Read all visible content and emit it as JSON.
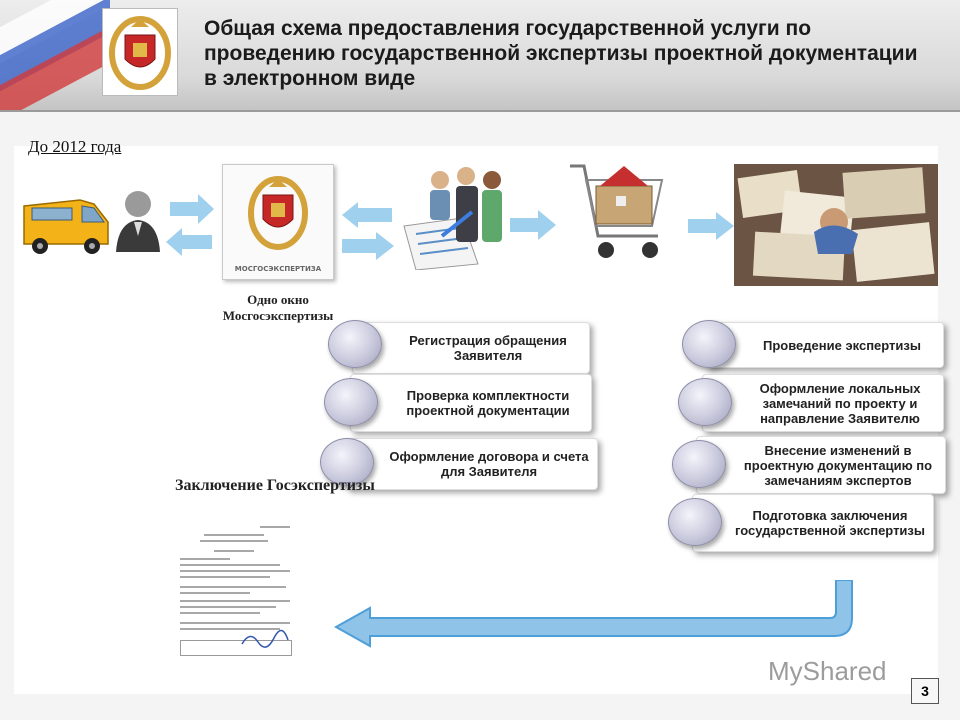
{
  "header": {
    "title": "Общая схема предоставления государственной услуги по проведению государственной экспертизы проектной документации в электронном виде"
  },
  "period_label": "До 2012 года",
  "window": {
    "card_caption": "МОСГОСЭКСПЕРТИЗА",
    "label": "Одно окно Мосгосэкспертизы"
  },
  "left_steps": [
    "Регистрация обращения Заявителя",
    "Проверка комплектности проектной документации",
    "Оформление договора и счета для Заявителя"
  ],
  "right_steps": [
    "Проведение экспертизы",
    "Оформление локальных замечаний по проекту и направление Заявителю",
    "Внесение изменений в проектную документацию по замечаниям экспертов",
    "Подготовка заключения государственной экспертизы"
  ],
  "conclusion_title": "Заключение Госэкспертизы",
  "watermark": "MyShared",
  "page_number": "3",
  "colors": {
    "arrow": "#9fd0ee",
    "arrow_dark": "#4e9fd8",
    "return_arrow": "#8fc3e8"
  }
}
